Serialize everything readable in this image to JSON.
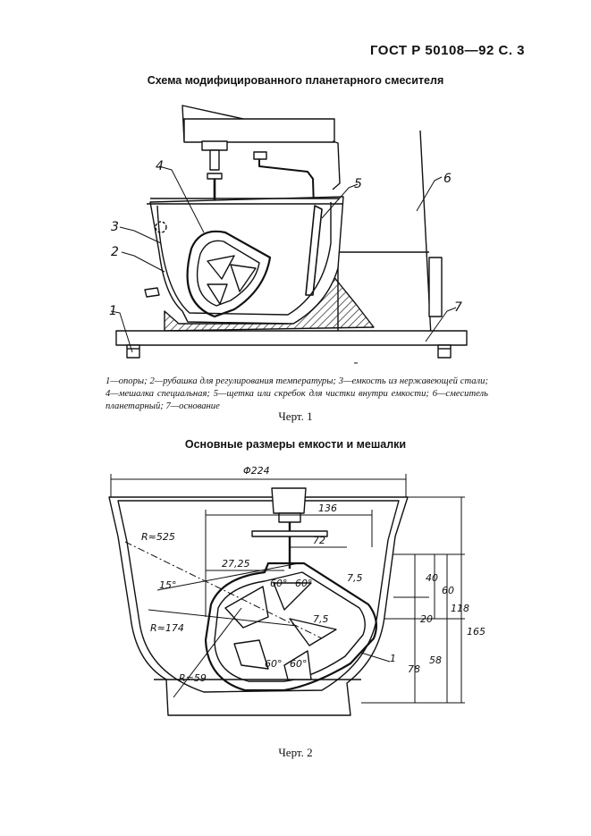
{
  "header": {
    "standard": "ГОСТ Р 50108—92 С. 3"
  },
  "figure1": {
    "title": "Схема модифицированного планетарного смесителя",
    "callouts": [
      "1",
      "2",
      "3",
      "4",
      "5",
      "6",
      "7"
    ],
    "legend": [
      {
        "num": "1",
        "text": "—опоры; "
      },
      {
        "num": "2",
        "text": "—рубашка для регулирования температуры; "
      },
      {
        "num": "3",
        "text": "—емкость из нержавеющей стали; "
      },
      {
        "num": "4",
        "text": "—мешалка специальная; "
      },
      {
        "num": "5",
        "text": "—щетка или скребок для чистки внутри емкости; "
      },
      {
        "num": "6",
        "text": "—смеситель планетарный; "
      },
      {
        "num": "7",
        "text": "—основание"
      }
    ],
    "label": "Черт. 1"
  },
  "figure2": {
    "title": "Основные размеры емкости и мешалки",
    "dimensions": {
      "diameter": "Φ224",
      "width_136": "136",
      "width_72": "72",
      "dim_27_25": "27,25",
      "radius_525": "R≈525",
      "radius_174": "R≈174",
      "radius_59": "R≈59",
      "angle_15": "15°",
      "angle_60a": "60°",
      "angle_60b": "60°",
      "angle_60c": "60°",
      "angle_60d": "60°",
      "thick_7_5a": "7,5",
      "thick_7_5b": "7,5",
      "h_40": "40",
      "h_60": "60",
      "h_20": "20",
      "h_118": "118",
      "h_78": "78",
      "h_58": "58",
      "h_165": "165",
      "callout_1": "1"
    },
    "label": "Черт. 2"
  }
}
